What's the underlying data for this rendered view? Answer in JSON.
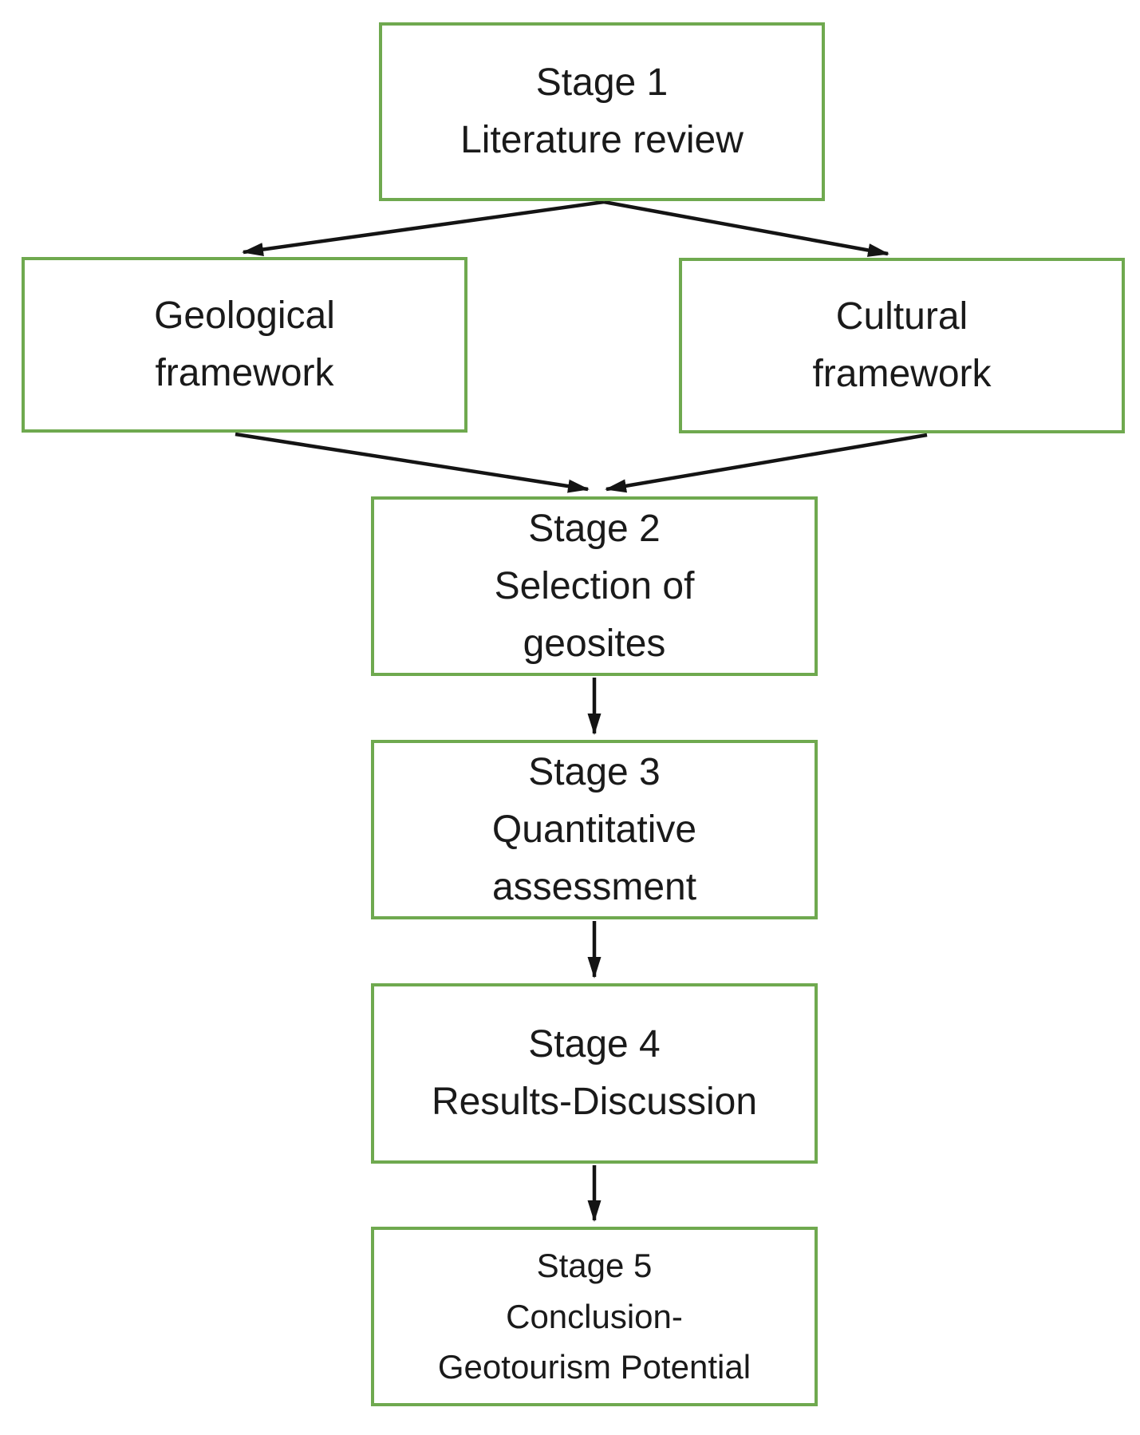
{
  "diagram": {
    "type": "flowchart",
    "colors": {
      "box_border": "#6fa94f",
      "box_fill": "#ffffff",
      "text": "#1a1a1a",
      "arrow": "#141414",
      "page_bg": "#ffffff"
    },
    "nodes": [
      {
        "id": "stage-1",
        "lines": [
          "Stage 1",
          "Literature review"
        ]
      },
      {
        "id": "geological-framework",
        "lines": [
          "Geological",
          "framework"
        ]
      },
      {
        "id": "cultural-framework",
        "lines": [
          "Cultural",
          "framework"
        ]
      },
      {
        "id": "stage-2",
        "lines": [
          "Stage 2",
          "Selection of",
          "geosites"
        ]
      },
      {
        "id": "stage-3",
        "lines": [
          "Stage 3",
          "Quantitative",
          "assessment"
        ]
      },
      {
        "id": "stage-4",
        "lines": [
          "Stage 4",
          "Results-Discussion"
        ]
      },
      {
        "id": "stage-5",
        "lines": [
          "Stage 5",
          "Conclusion-",
          "Geotourism Potential"
        ]
      }
    ],
    "edges": [
      {
        "from": "stage-1",
        "to": "geological-framework"
      },
      {
        "from": "stage-1",
        "to": "cultural-framework"
      },
      {
        "from": "geological-framework",
        "to": "stage-2"
      },
      {
        "from": "cultural-framework",
        "to": "stage-2"
      },
      {
        "from": "stage-2",
        "to": "stage-3"
      },
      {
        "from": "stage-3",
        "to": "stage-4"
      },
      {
        "from": "stage-4",
        "to": "stage-5"
      }
    ]
  }
}
